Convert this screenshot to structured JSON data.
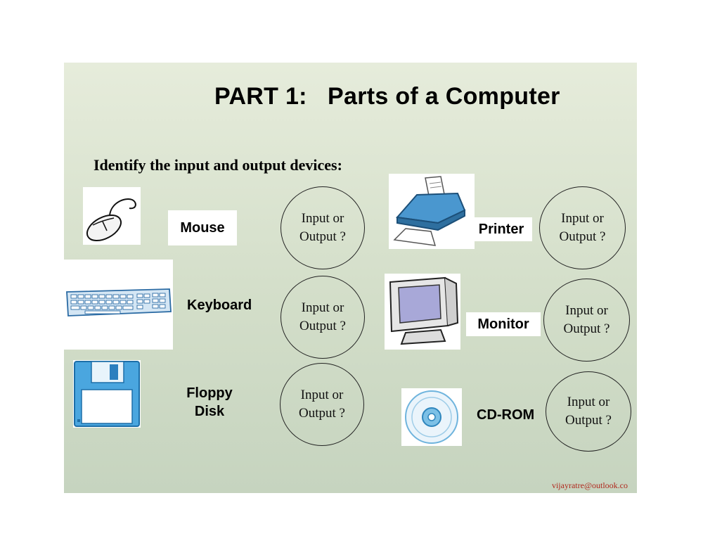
{
  "slide": {
    "title": "PART 1:   Parts of a Computer",
    "subtitle": "Identify the input and output devices:",
    "credit": "vijayratre@outlook.co"
  },
  "devices": [
    {
      "name": "Mouse",
      "icon": "mouse-icon",
      "question_line1": "Input or",
      "question_line2": "Output ?"
    },
    {
      "name": "Keyboard",
      "icon": "keyboard-icon",
      "question_line1": "Input or",
      "question_line2": "Output ?"
    },
    {
      "name_line1": "Floppy",
      "name_line2": "Disk",
      "icon": "floppy-disk-icon",
      "question_line1": "Input or",
      "question_line2": "Output ?"
    },
    {
      "name": "Printer",
      "icon": "printer-icon",
      "question_line1": "Input or",
      "question_line2": "Output ?"
    },
    {
      "name": "Monitor",
      "icon": "monitor-icon",
      "question_line1": "Input or",
      "question_line2": "Output ?"
    },
    {
      "name": "CD-ROM",
      "icon": "cd-rom-icon",
      "question_line1": "Input or",
      "question_line2": "Output ?"
    }
  ]
}
